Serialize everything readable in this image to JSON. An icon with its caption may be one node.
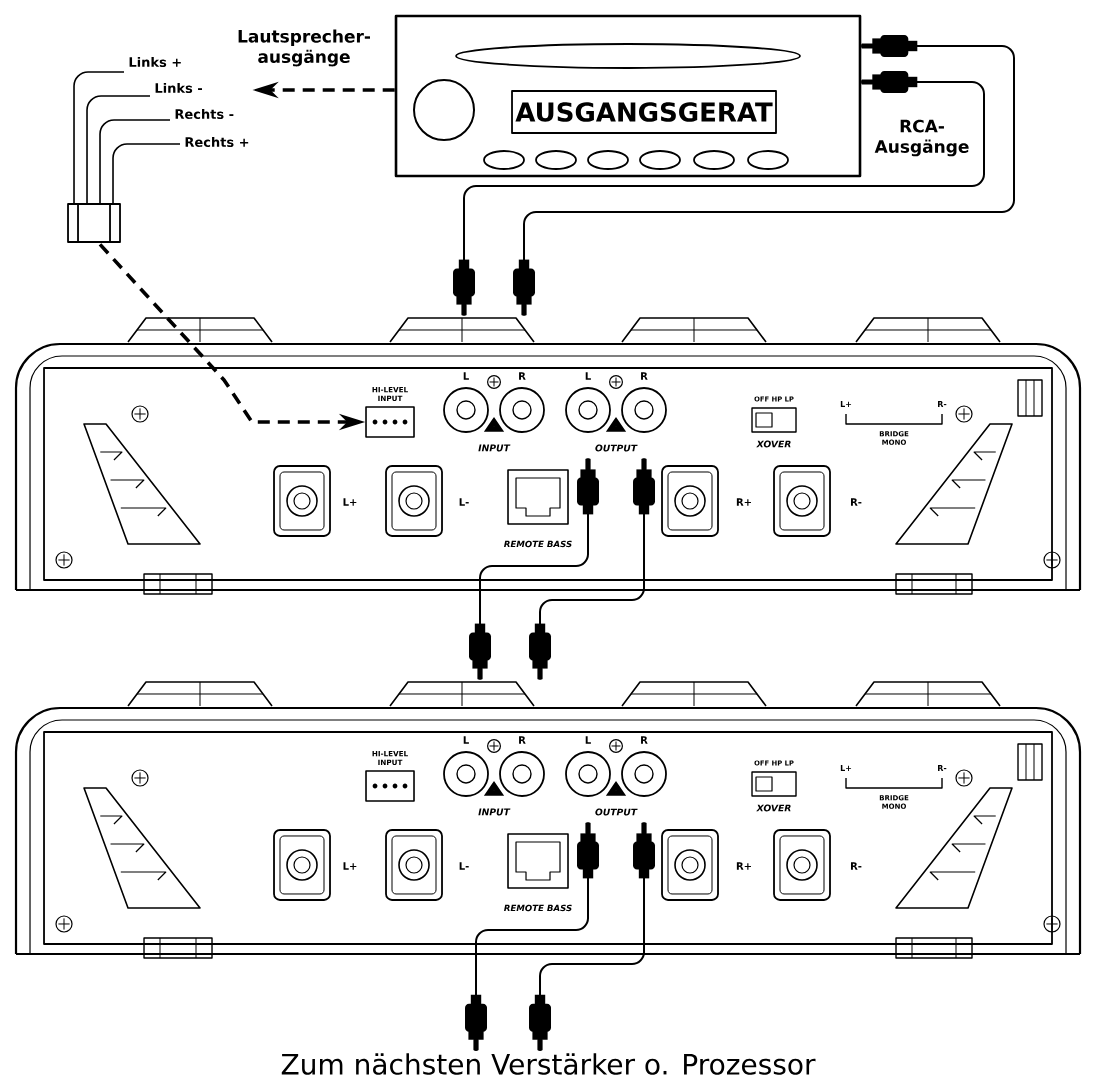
{
  "diagram": {
    "nodes": [
      {
        "text": [
          "AUSGANGSGERAT"
        ],
        "beside": [
          "RCA-Ausgänge"
        ]
      },
      {
        "text": [
          "Links +",
          "Links -",
          "Rechts -",
          "Rechts +"
        ]
      },
      {
        "text": [],
        "shape": "picture"
      },
      {
        "text": [
          "HI-LEVEL INPUT"
        ],
        "in": 2
      },
      {
        "text": [
          "L",
          "R",
          "INPUT"
        ],
        "in": 2
      },
      {
        "text": [
          "L",
          "R",
          "OUTPUT"
        ],
        "in": 2
      },
      {
        "text": [],
        "shape": "picture"
      },
      {
        "text": [
          "HI-LEVEL INPUT"
        ],
        "in": 6
      },
      {
        "text": [
          "L",
          "R",
          "INPUT"
        ],
        "in": 6
      },
      {
        "text": [
          "L",
          "R",
          "OUTPUT"
        ],
        "in": 6
      },
      {
        "text": [
          "Zum nächsten Verstärker o. Prozessor"
        ]
      }
    ],
    "edges": [
      {
        "from": 0,
        "to": 1,
        "arrow": "to",
        "style": "dashed"
      },
      {
        "from": 1,
        "to": 3,
        "arrow": "to",
        "style": "dashed"
      },
      {
        "from": 0,
        "to": 2,
        "arrow": "other"
      },
      {
        "from": 0,
        "to": 2,
        "arrow": "other"
      },
      {
        "from": 5,
        "to": 6,
        "arrow": "other"
      },
      {
        "from": 5,
        "to": 6,
        "arrow": "other"
      },
      {
        "from": 9,
        "to": 10,
        "arrow": "other"
      },
      {
        "from": 9,
        "to": 10,
        "arrow": "other"
      }
    ],
    "labels": [
      "Lautsprecher-ausgänge",
      "OFF HP LP",
      "L+",
      "R-",
      "XOVER",
      "BRIDGE MONO",
      "L+",
      "L-",
      "R+",
      "R-",
      "REMOTE BASS",
      "OFF HP LP",
      "L+",
      "R-",
      "XOVER",
      "BRIDGE MONO",
      "L+",
      "L-",
      "R+",
      "R-",
      "REMOTE BASS"
    ]
  }
}
